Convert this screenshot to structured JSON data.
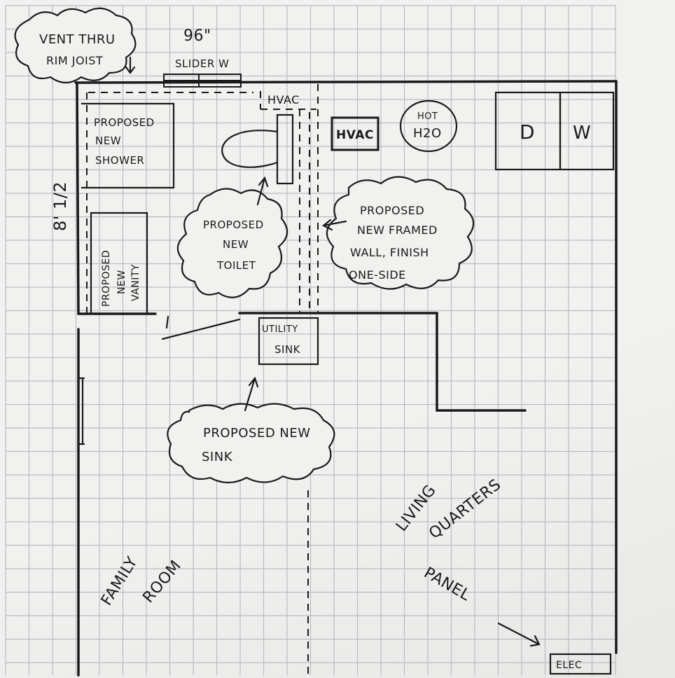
{
  "notes": {
    "vent": [
      "VENT THRU",
      "RIM JOIST"
    ],
    "slider_width": "96\"",
    "slider_label": "SLIDER W",
    "hvac_top": "HVAC",
    "dimension": "8' 1/2",
    "shower": [
      "PROPOSED",
      "NEW",
      "SHOWER"
    ],
    "vanity": [
      "PROPOSED",
      "NEW",
      "VANITY"
    ],
    "toilet": [
      "PROPOSED",
      "NEW",
      "TOILET"
    ],
    "hvac_box": "HVAC",
    "hot_water": [
      "HOT",
      "H2O"
    ],
    "dryer": "D",
    "washer": "W",
    "framed_wall": [
      "PROPOSED",
      "NEW FRAMED",
      "WALL, FINISH",
      "ONE-SIDE"
    ],
    "utility_sink": [
      "UTILITY",
      "SINK"
    ],
    "sink": [
      "PROPOSED NEW",
      "SINK"
    ],
    "living_quarters": [
      "LIVING",
      "QUARTERS"
    ],
    "panel": "PANEL",
    "family_room": [
      "FAMILY",
      "ROOM"
    ],
    "elec": "ELEC"
  },
  "colors": {
    "paper": "#f1f1ef",
    "grid": "#b9bcc2",
    "ink": "#1a1a1a"
  }
}
